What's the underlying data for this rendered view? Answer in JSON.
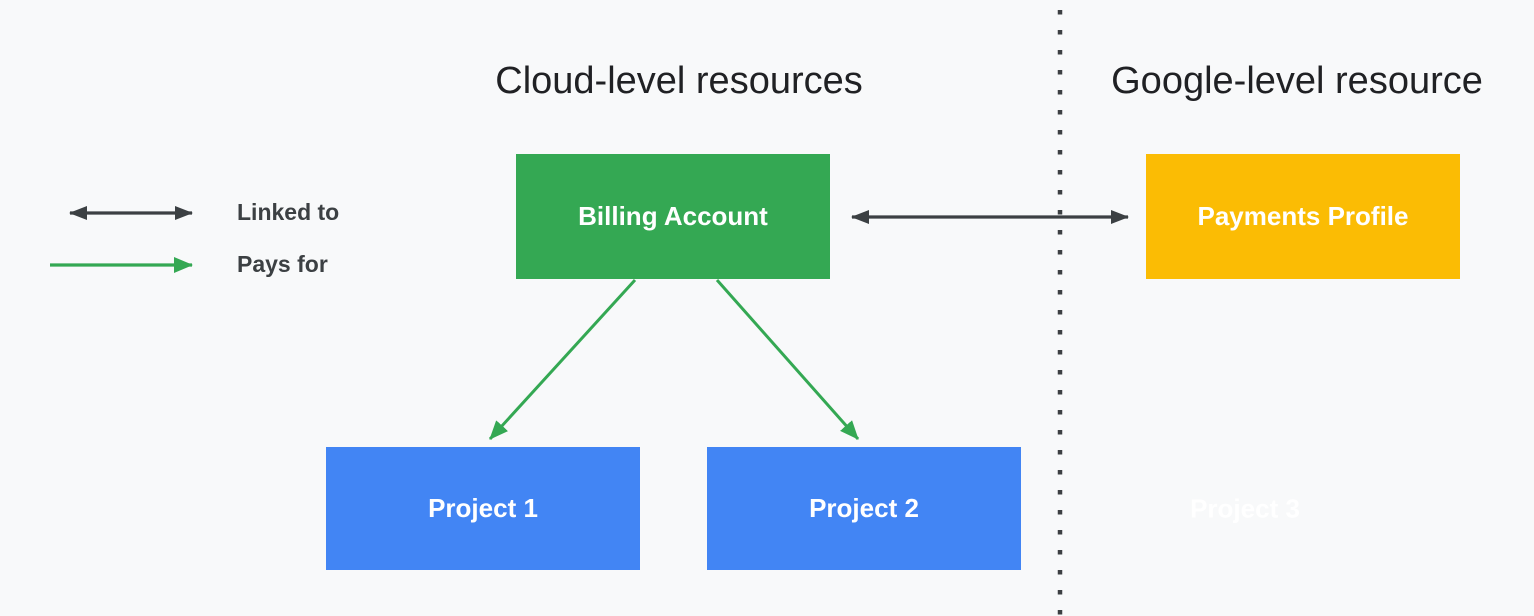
{
  "headings": {
    "cloud": "Cloud-level resources",
    "google": "Google-level resource"
  },
  "legend": {
    "linked_to": "Linked to",
    "pays_for": "Pays for"
  },
  "nodes": {
    "billing_account": {
      "label": "Billing Account",
      "color": "#34A853"
    },
    "payments_profile": {
      "label": "Payments Profile",
      "color": "#FBBC04"
    },
    "project_1": {
      "label": "Project 1",
      "color": "#4285F4"
    },
    "project_2": {
      "label": "Project 2",
      "color": "#4285F4"
    },
    "project_3": {
      "label": "Project 3",
      "color": "#FFFFFF"
    }
  },
  "relationships": [
    {
      "from": "Billing Account",
      "to": "Payments Profile",
      "type": "Linked to"
    },
    {
      "from": "Billing Account",
      "to": "Project 1",
      "type": "Pays for"
    },
    {
      "from": "Billing Account",
      "to": "Project 2",
      "type": "Pays for"
    }
  ],
  "colors": {
    "background": "#F8F9FA",
    "arrow_dark": "#3C4043",
    "arrow_green": "#34A853",
    "heading_text": "#202124",
    "legend_text": "#3C4043",
    "node_label_text": "#FFFFFF"
  }
}
